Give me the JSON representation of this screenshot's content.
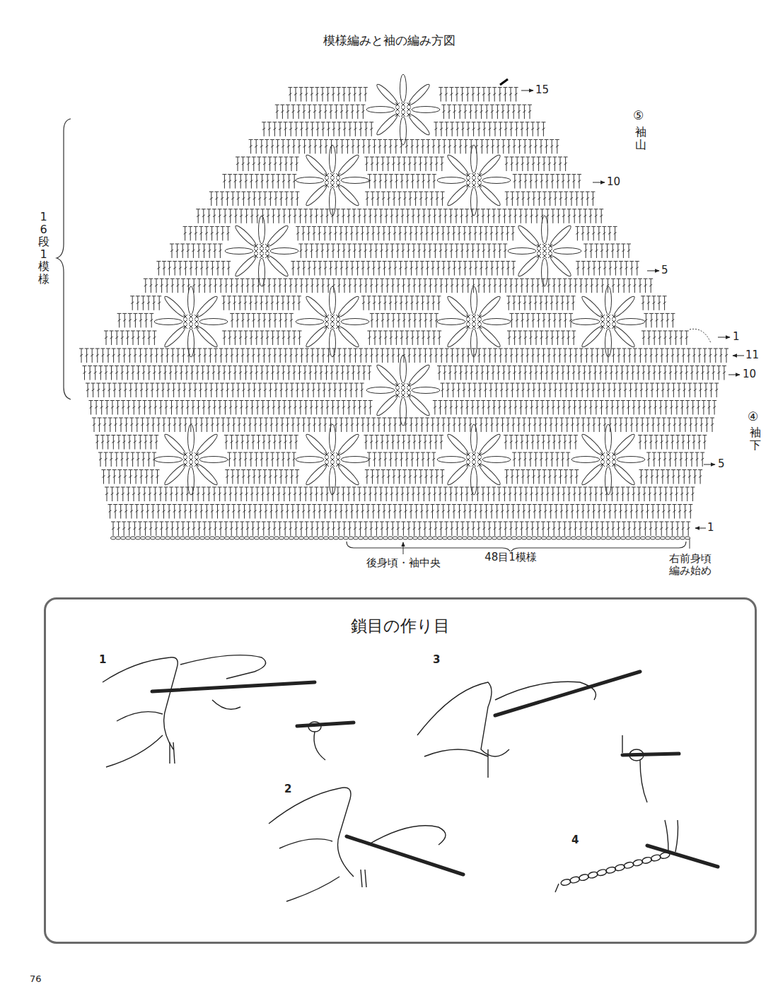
{
  "diagram": {
    "title": "模様編みと袖の編み方図",
    "nodes": [
      {
        "text": [
          "鎖目の作り目"
        ]
      }
    ],
    "labels": [
      "15",
      "⑤",
      "袖山",
      "16段1模様",
      "10",
      "5",
      "1",
      "11",
      "10",
      "④",
      "袖下",
      "5",
      "1",
      "後身頃・袖中央",
      "48目1模様",
      "右前身頃 編み始め",
      "1",
      "3",
      "2",
      "4",
      "76"
    ]
  }
}
